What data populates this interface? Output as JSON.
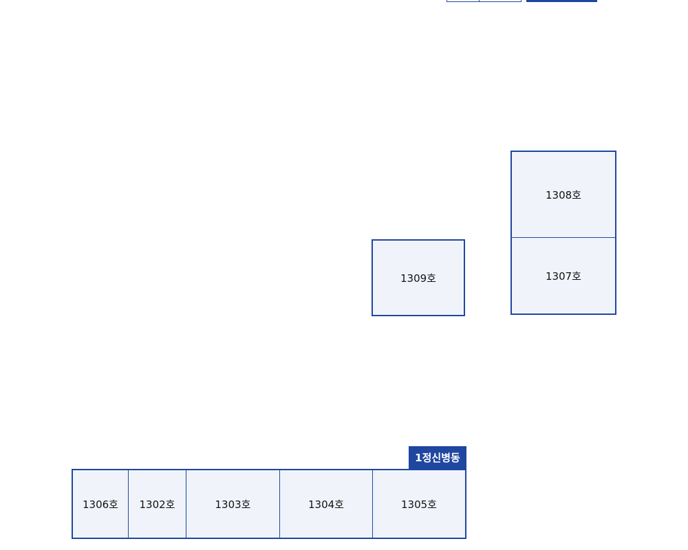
{
  "ward": {
    "name": "1정신병동"
  },
  "rooms": {
    "r1308": "1308호",
    "r1307": "1307호",
    "r1309": "1309호",
    "r1306": "1306호",
    "r1302": "1302호",
    "r1303": "1303호",
    "r1304": "1304호",
    "r1305": "1305호"
  },
  "colors": {
    "accent": "#1f47a0",
    "room_fill": "#f0f4fa"
  }
}
